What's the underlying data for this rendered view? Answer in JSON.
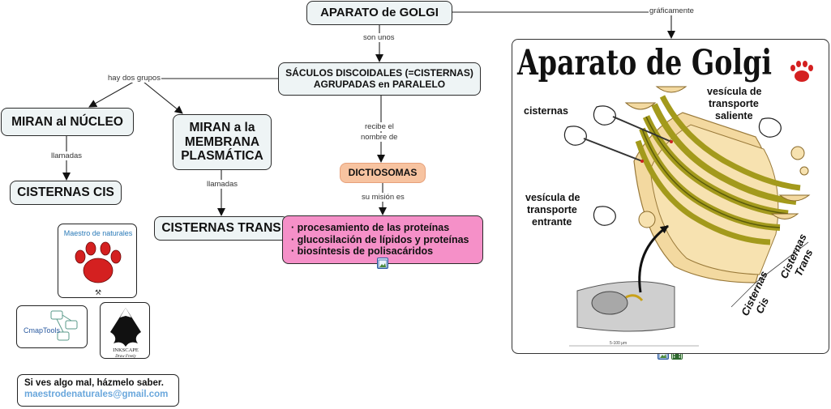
{
  "nodes": {
    "aparato": "APARATO de GOLGI",
    "saculos_line1": "SÁCULOS DISCOIDALES (=CISTERNAS)",
    "saculos_line2": "AGRUPADAS en PARALELO",
    "miran_nucleo": "MIRAN al NÚCLEO",
    "miran_membrana_line1": "MIRAN a la",
    "miran_membrana_line2": "MEMBRANA",
    "miran_membrana_line3": "PLASMÁTICA",
    "cisternas_cis": "CISTERNAS CIS",
    "cisternas_trans": "CISTERNAS TRANS",
    "dictiosomas": "DICTIOSOMAS",
    "funciones": [
      "· procesamiento de las proteínas",
      "· glucosilación de lípidos y proteínas",
      "· biosíntesis de polisacáridos"
    ]
  },
  "links": {
    "graficamente": "gráficamente",
    "son_unos": "son unos",
    "hay_dos_grupos": "hay dos grupos",
    "llamadas_1": "llamadas",
    "llamadas_2": "llamadas",
    "recibe_line1": "recibe el",
    "recibe_line2": "nombre de",
    "su_mision": "su misión es"
  },
  "figure": {
    "title": "Aparato de Golgi",
    "cisternas": "cisternas",
    "vesicula_saliente_line1": "vesícula de",
    "vesicula_saliente_line2": "transporte",
    "vesicula_saliente_line3": "saliente",
    "vesicula_entrante_line1": "vesícula de",
    "vesicula_entrante_line2": "transporte",
    "vesicula_entrante_line3": "entrante",
    "cis_line1": "Cisternas",
    "cis_line2": "Cis",
    "trans_line1": "Cisternas",
    "trans_line2": "Trans",
    "scale": "5-100 μm"
  },
  "logos": {
    "maestro": "Maestro de naturales",
    "cmaptools": "CmapTools",
    "inkscape_line1": "INKSCAPE",
    "inkscape_line2": "Draw Freely"
  },
  "contact": {
    "line1": "Si ves algo mal, házmelo saber.",
    "email": "maestrodenaturales@gmail.com"
  },
  "colors": {
    "node_fill": "#eef4f5",
    "dictiosomas_fill": "#f7c3a0",
    "funciones_fill": "#f590c8",
    "email": "#6aa7dc",
    "paw": "#d42020",
    "cisterna_olive": "#a39a1c",
    "golgi_cream": "#f3d9a0"
  }
}
